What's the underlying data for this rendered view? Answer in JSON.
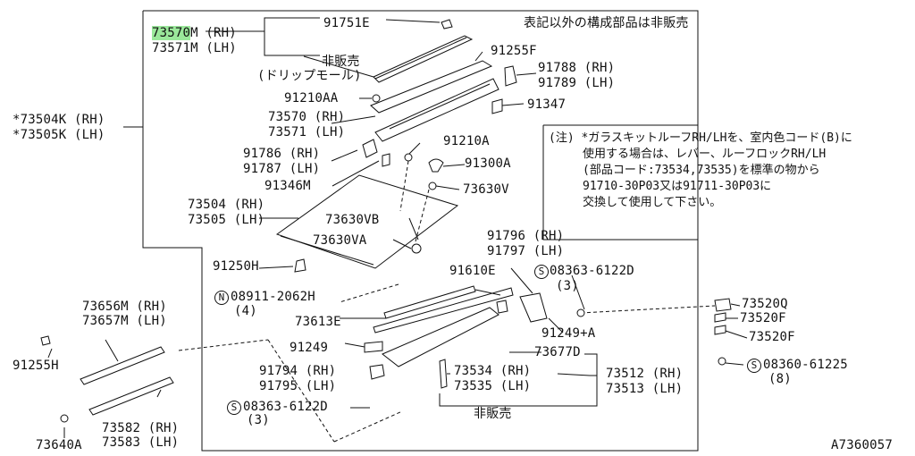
{
  "header_note": "表記以外の構成部品は非販売",
  "drawing_number": "A7360057",
  "labels": {
    "p73570M": "73570",
    "p73570M_suffix": "M (RH)",
    "p73571M": "73571M (LH)",
    "p91751E": "91751E",
    "non_sale_drip_1": "非販売",
    "non_sale_drip_2": "(ドリップモール)",
    "p91255F": "91255F",
    "p91788": "91788 (RH)",
    "p91789": "91789 (LH)",
    "p91210AA": "91210AA",
    "p91347": "91347",
    "p73570": "73570 (RH)",
    "p73571": "73571 (LH)",
    "p73504K": "*73504K (RH)",
    "p73505K": "*73505K (LH)",
    "p91210A": "91210A",
    "p91786": "91786 (RH)",
    "p91787": "91787 (LH)",
    "p91300A": "91300A",
    "p91346M": "91346M",
    "p73630V": "73630V",
    "p73504": "73504 (RH)",
    "p73505": "73505 (LH)",
    "p73630VB": "73630VB",
    "p73630VA": "73630VA",
    "p91250H": "91250H",
    "p91796": "91796 (RH)",
    "p91797": "91797 (LH)",
    "p91610E": "91610E",
    "p08363a": "08363-6122D",
    "p08363a_qty": "(3)",
    "p08911": "08911-2062H",
    "p08911_qty": "(4)",
    "p73520Q": "73520Q",
    "p73520F_1": "73520F",
    "p73520F_2": "73520F",
    "p73613E": "73613E",
    "p91249A": "91249+A",
    "p73656M": "73656M (RH)",
    "p73657M": "73657M (LH)",
    "p91249": "91249",
    "p73677D": "73677D",
    "p91255H": "91255H",
    "p91794": "91794 (RH)",
    "p91795": "91795 (LH)",
    "p73534": "73534 (RH)",
    "p73535": "73535 (LH)",
    "p73512": "73512 (RH)",
    "p73513": "73513 (LH)",
    "p08360": "08360-61225",
    "p08360_qty": "(8)",
    "p08363b": "08363-6122D",
    "p08363b_qty": "(3)",
    "non_sale_bottom": "非販売",
    "p73582": "73582 (RH)",
    "p73583": "73583 (LH)",
    "p73640A": "73640A",
    "circle_S": "S",
    "circle_N": "N"
  },
  "notice": {
    "line1": "(注) *ガラスキットルーフRH/LHを、室内色コード(B)に",
    "line2": "使用する場合は、レバー、ルーフロックRH/LH",
    "line3": "(部品コード:73534,73535)を標準の物から",
    "line4": "91710-30P03又は91711-30P03に",
    "line5": "交換して使用して下さい。"
  },
  "colors": {
    "highlight": "#9be89b",
    "ink": "#111111"
  }
}
